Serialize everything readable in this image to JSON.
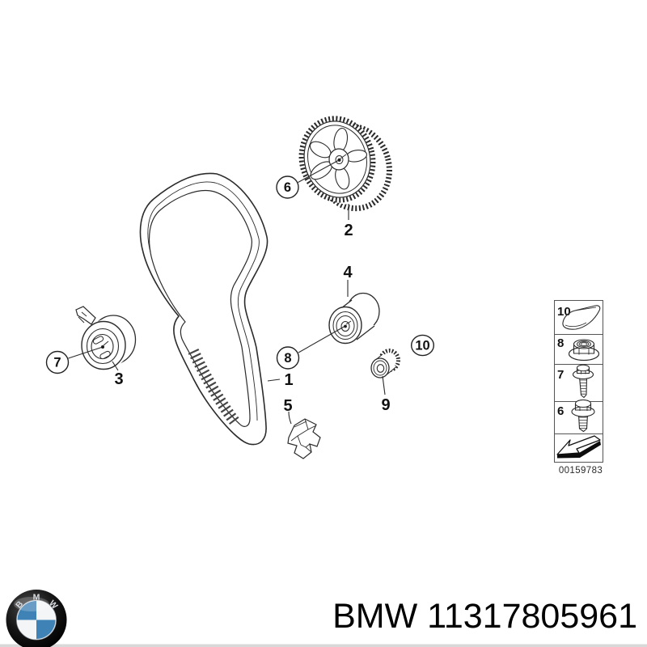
{
  "colors": {
    "line": "#2b2b2b",
    "bmw_blue": "#3f82b5",
    "footer_text": "#000000"
  },
  "diagram": {
    "callouts": {
      "c6": "6",
      "c7": "7",
      "c8": "8",
      "c10": "10"
    },
    "labels": {
      "l1": "1",
      "l2": "2",
      "l3": "3",
      "l4": "4",
      "l5": "5",
      "l9": "9"
    }
  },
  "legend": {
    "rows": [
      "10",
      "8",
      "7",
      "6"
    ],
    "code": "00159783"
  },
  "footer": {
    "brand": "BMW",
    "part_number": "11317805961",
    "logo_letters": [
      "B",
      "M",
      "W"
    ]
  }
}
